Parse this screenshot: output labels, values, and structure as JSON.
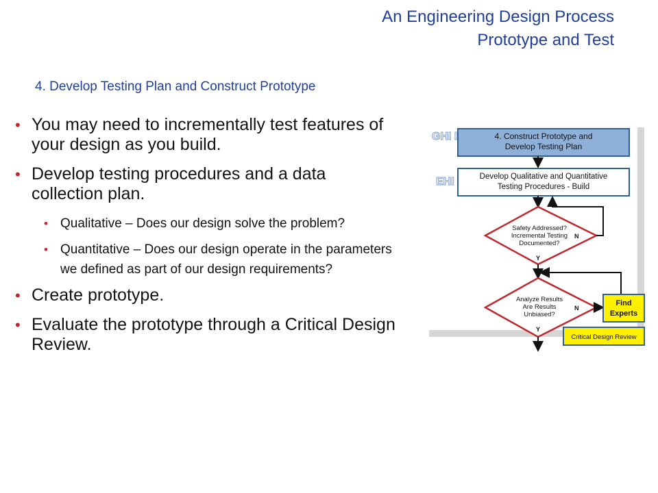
{
  "header": {
    "title_line1": "An Engineering Design Process",
    "title_line2": "Prototype and Test",
    "subtitle": "4. Develop Testing Plan and Construct Prototype"
  },
  "bullets": [
    {
      "level": 1,
      "text": "You may need to incrementally test features of your design as you build."
    },
    {
      "level": 1,
      "text": "Develop testing procedures and a data collection plan."
    },
    {
      "level": 2,
      "text": "Qualitative – Does our design solve the problem?"
    },
    {
      "level": 2,
      "text": "Quantitative – Does our design operate in the parameters we defined as part of our design requirements?"
    },
    {
      "level": 1,
      "text": "Create prototype."
    },
    {
      "level": 1,
      "text": "Evaluate the prototype through a Critical Design Review."
    }
  ],
  "flowchart": {
    "tag1": "GHI E",
    "tag2": "EHI",
    "box1": [
      "4. Construct Prototype and",
      "Develop Testing Plan"
    ],
    "box2": [
      "Develop Qualitative and Quantitative",
      "Testing Procedures - Build"
    ],
    "diamond1": [
      "Safety Addressed?",
      "Incremental Testing",
      "Documented?"
    ],
    "diamond2": [
      "Analyze Results",
      "Are Results",
      "Unbiased?"
    ],
    "no_label": "N",
    "yes_label": "Y",
    "find_experts": [
      "Find",
      "Experts"
    ],
    "review": "Critical Design Review",
    "colors": {
      "box_blue": "#8fb0d9",
      "box_border": "#2f5d95",
      "diamond_border": "#c0272d",
      "yellow": "#fff000",
      "gray_frame": "#d6d6d6"
    }
  }
}
